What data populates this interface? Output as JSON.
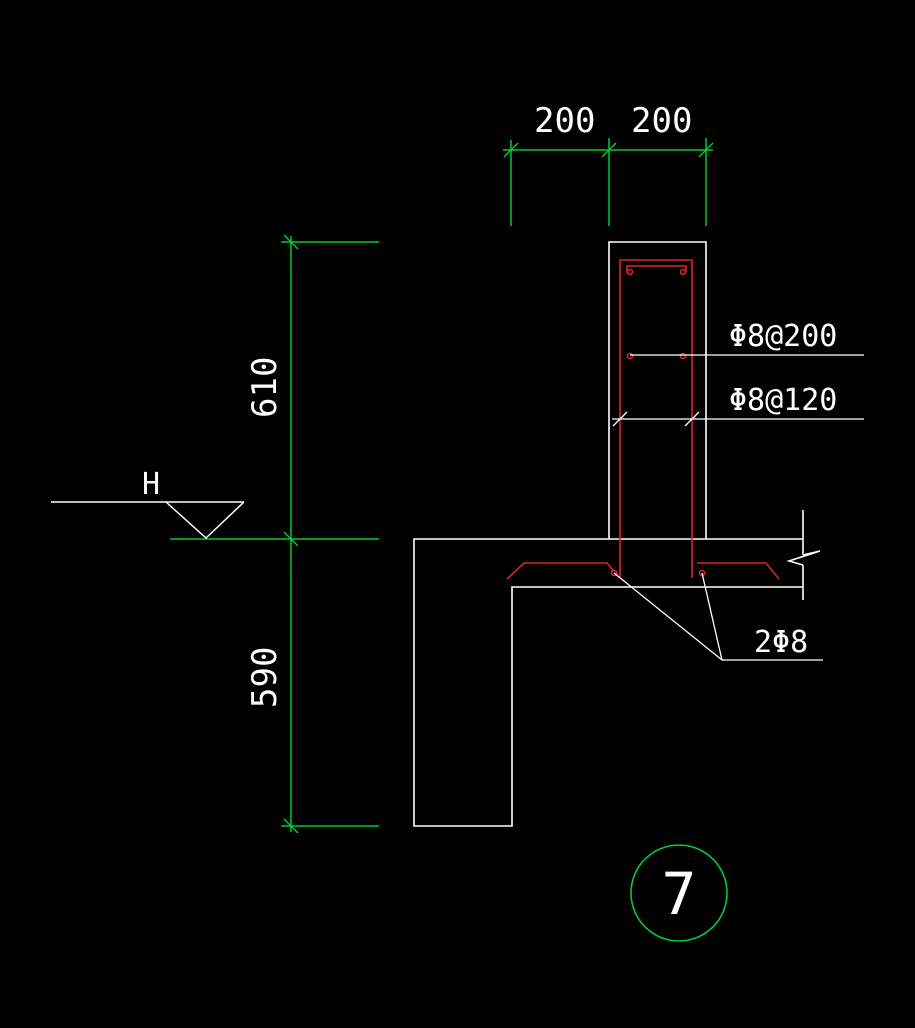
{
  "dimensions": {
    "top_left": "200",
    "top_right": "200",
    "left_upper": "610",
    "left_lower": "590"
  },
  "labels": {
    "level_marker": "H",
    "rebar_stirrup": "Φ8@200",
    "rebar_distribution": "Φ8@120",
    "rebar_bottom": "2Φ8"
  },
  "detail_number": "7",
  "colors": {
    "background": "#000000",
    "outline": "#ffffff",
    "dimension": "#00cc33",
    "rebar": "#e0202a",
    "detail_circle": "#00cc33"
  }
}
